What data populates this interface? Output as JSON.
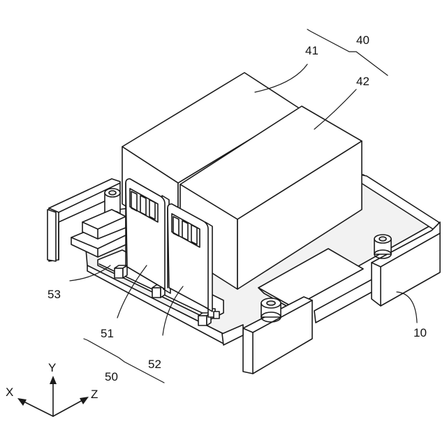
{
  "labels": {
    "ref_40": "40",
    "ref_41": "41",
    "ref_42": "42",
    "ref_10": "10",
    "ref_50": "50",
    "ref_51": "51",
    "ref_52": "52",
    "ref_53": "53"
  },
  "axes": {
    "x": "X",
    "y": "Y",
    "z": "Z"
  }
}
